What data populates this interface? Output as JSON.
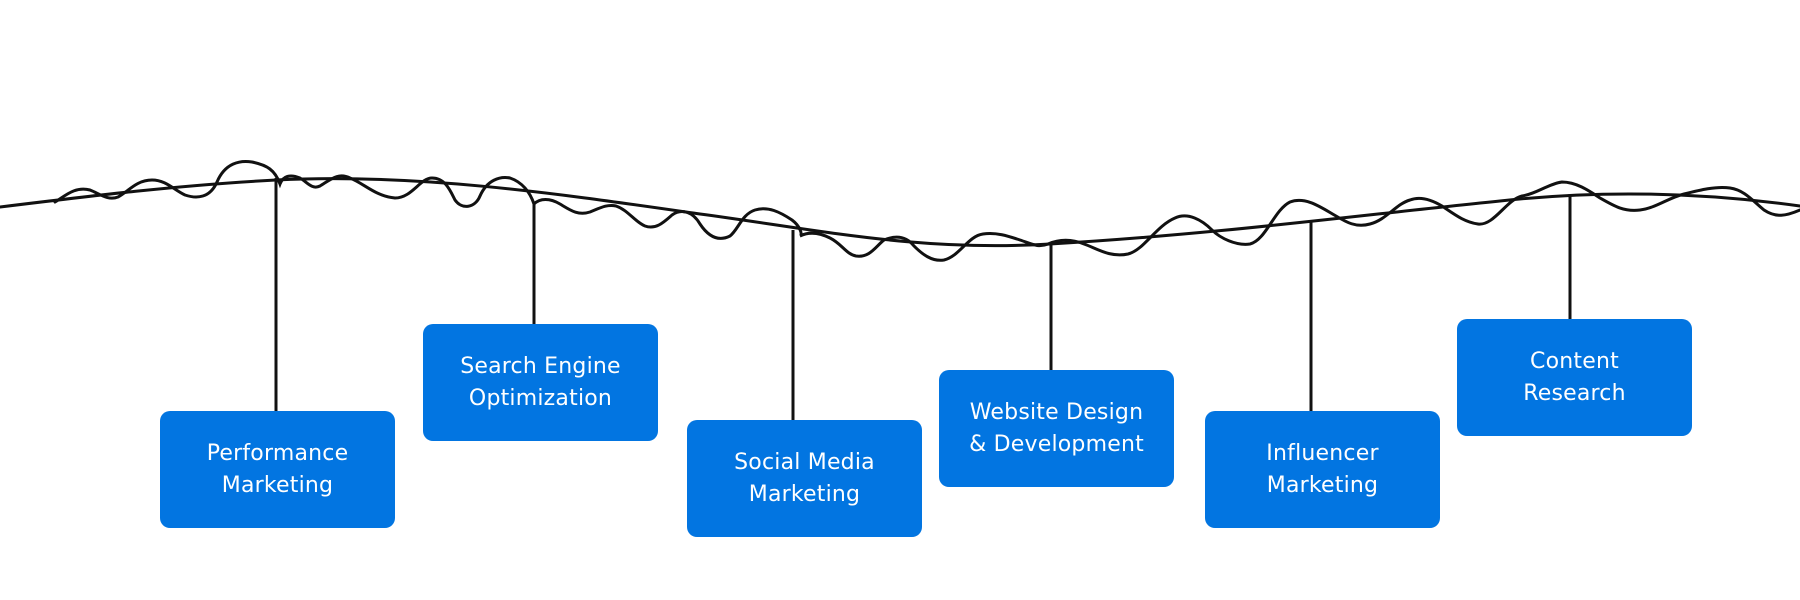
{
  "diagram": {
    "accent_color": "#0275e1",
    "line_color": "#111111",
    "services": [
      {
        "label": "Performance\nMarketing"
      },
      {
        "label": "Search Engine\nOptimization"
      },
      {
        "label": "Social Media\nMarketing"
      },
      {
        "label": "Website Design\n& Development"
      },
      {
        "label": "Influencer\nMarketing"
      },
      {
        "label": "Content\nResearch"
      }
    ]
  }
}
